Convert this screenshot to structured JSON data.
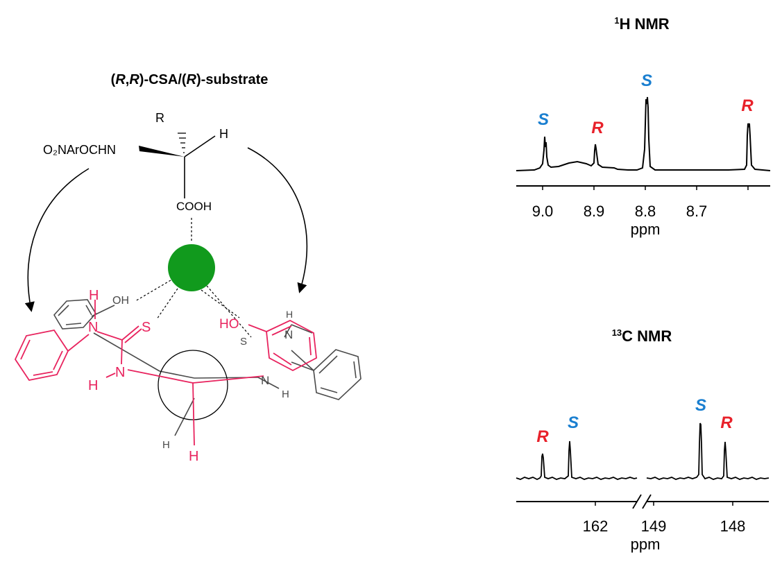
{
  "colors": {
    "black": "#000000",
    "bond_gray": "#4a4a4a",
    "pink": "#e8235e",
    "green": "#119a1d",
    "blue": "#1a7fd0",
    "red": "#e8212a"
  },
  "structure": {
    "title_open": "(",
    "title_r1": "R",
    "title_comma": ",",
    "title_r2": "R",
    "title_mid": ")-CSA/(",
    "title_r3": "R",
    "title_end": ")-substrate",
    "substituent_r": "R",
    "h_top": "H",
    "o2narocohn": "O₂NArOCHN",
    "cooh": "COOH",
    "oh_gray": "OH",
    "h_pink_top": "H",
    "n_pink_top": "N",
    "s_pink": "S",
    "n_pink_low": "N",
    "h_pink_low": "H",
    "ho_pink": "HO",
    "s_gray": "S",
    "h_gray_n": "H",
    "n_gray_top": "N",
    "n_gray_low": "N",
    "h_gray_low": "H",
    "h_gray_bottom": "H",
    "h_pink_bottom": "H"
  },
  "spectra": {
    "h1": {
      "title_sup": "1",
      "title": "H NMR",
      "ticks": [
        "9.0",
        "8.9",
        "8.8",
        "8.7"
      ],
      "xlabel": "ppm",
      "peak_labels": [
        "S",
        "R",
        "S",
        "R"
      ]
    },
    "c13": {
      "title_sup": "13",
      "title": "C NMR",
      "ticks": [
        "162",
        "149",
        "148"
      ],
      "xlabel": "ppm",
      "peak_labels": [
        "R",
        "S",
        "S",
        "R"
      ]
    }
  }
}
